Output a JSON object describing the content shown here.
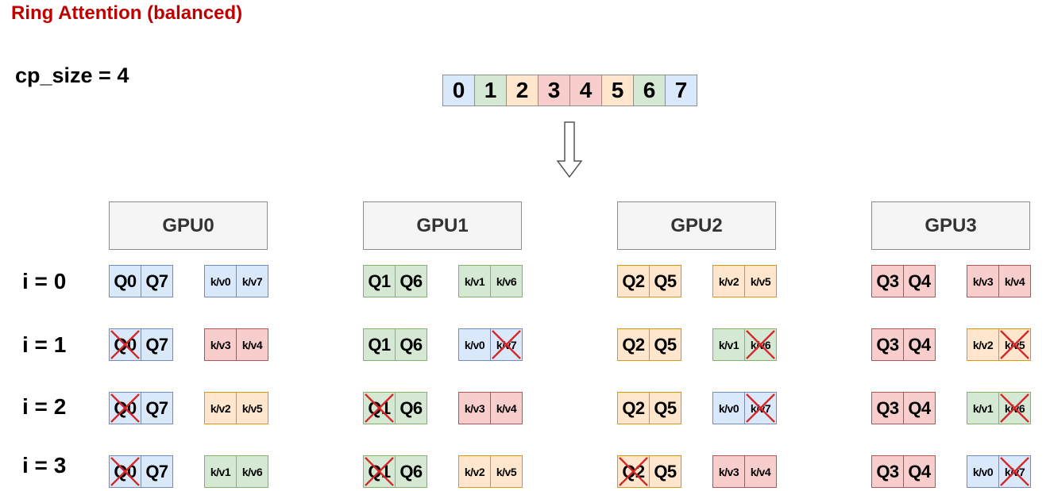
{
  "title": "Ring Attention (balanced)",
  "cp_label": "cp_size = 4",
  "sequence": [
    {
      "label": "0",
      "color": "blue"
    },
    {
      "label": "1",
      "color": "green"
    },
    {
      "label": "2",
      "color": "orange"
    },
    {
      "label": "3",
      "color": "red"
    },
    {
      "label": "4",
      "color": "red"
    },
    {
      "label": "5",
      "color": "orange"
    },
    {
      "label": "6",
      "color": "green"
    },
    {
      "label": "7",
      "color": "blue"
    }
  ],
  "gpus": [
    "GPU0",
    "GPU1",
    "GPU2",
    "GPU3"
  ],
  "rows": [
    {
      "label": "i = 0",
      "cells": [
        {
          "q": [
            {
              "t": "Q0",
              "c": "blue",
              "x": false
            },
            {
              "t": "Q7",
              "c": "blue",
              "x": false
            }
          ],
          "kv": [
            {
              "t": "k/v0",
              "c": "blue",
              "x": false
            },
            {
              "t": "k/v7",
              "c": "blue",
              "x": false
            }
          ]
        },
        {
          "q": [
            {
              "t": "Q1",
              "c": "green",
              "x": false
            },
            {
              "t": "Q6",
              "c": "green",
              "x": false
            }
          ],
          "kv": [
            {
              "t": "k/v1",
              "c": "green",
              "x": false
            },
            {
              "t": "k/v6",
              "c": "green",
              "x": false
            }
          ]
        },
        {
          "q": [
            {
              "t": "Q2",
              "c": "orange",
              "x": false
            },
            {
              "t": "Q5",
              "c": "orange",
              "x": false
            }
          ],
          "kv": [
            {
              "t": "k/v2",
              "c": "orange",
              "x": false
            },
            {
              "t": "k/v5",
              "c": "orange",
              "x": false
            }
          ]
        },
        {
          "q": [
            {
              "t": "Q3",
              "c": "red",
              "x": false
            },
            {
              "t": "Q4",
              "c": "red",
              "x": false
            }
          ],
          "kv": [
            {
              "t": "k/v3",
              "c": "red",
              "x": false
            },
            {
              "t": "k/v4",
              "c": "red",
              "x": false
            }
          ]
        }
      ]
    },
    {
      "label": "i = 1",
      "cells": [
        {
          "q": [
            {
              "t": "Q0",
              "c": "blue",
              "x": true
            },
            {
              "t": "Q7",
              "c": "blue",
              "x": false
            }
          ],
          "kv": [
            {
              "t": "k/v3",
              "c": "red",
              "x": false
            },
            {
              "t": "k/v4",
              "c": "red",
              "x": false
            }
          ]
        },
        {
          "q": [
            {
              "t": "Q1",
              "c": "green",
              "x": false
            },
            {
              "t": "Q6",
              "c": "green",
              "x": false
            }
          ],
          "kv": [
            {
              "t": "k/v0",
              "c": "blue",
              "x": false
            },
            {
              "t": "k/v7",
              "c": "blue",
              "x": true
            }
          ]
        },
        {
          "q": [
            {
              "t": "Q2",
              "c": "orange",
              "x": false
            },
            {
              "t": "Q5",
              "c": "orange",
              "x": false
            }
          ],
          "kv": [
            {
              "t": "k/v1",
              "c": "green",
              "x": false
            },
            {
              "t": "k/v6",
              "c": "green",
              "x": true
            }
          ]
        },
        {
          "q": [
            {
              "t": "Q3",
              "c": "red",
              "x": false
            },
            {
              "t": "Q4",
              "c": "red",
              "x": false
            }
          ],
          "kv": [
            {
              "t": "k/v2",
              "c": "orange",
              "x": false
            },
            {
              "t": "k/v5",
              "c": "orange",
              "x": true
            }
          ]
        }
      ]
    },
    {
      "label": "i = 2",
      "cells": [
        {
          "q": [
            {
              "t": "Q0",
              "c": "blue",
              "x": true
            },
            {
              "t": "Q7",
              "c": "blue",
              "x": false
            }
          ],
          "kv": [
            {
              "t": "k/v2",
              "c": "orange",
              "x": false
            },
            {
              "t": "k/v5",
              "c": "orange",
              "x": false
            }
          ]
        },
        {
          "q": [
            {
              "t": "Q1",
              "c": "green",
              "x": true
            },
            {
              "t": "Q6",
              "c": "green",
              "x": false
            }
          ],
          "kv": [
            {
              "t": "k/v3",
              "c": "red",
              "x": false
            },
            {
              "t": "k/v4",
              "c": "red",
              "x": false
            }
          ]
        },
        {
          "q": [
            {
              "t": "Q2",
              "c": "orange",
              "x": false
            },
            {
              "t": "Q5",
              "c": "orange",
              "x": false
            }
          ],
          "kv": [
            {
              "t": "k/v0",
              "c": "blue",
              "x": false
            },
            {
              "t": "k/v7",
              "c": "blue",
              "x": true
            }
          ]
        },
        {
          "q": [
            {
              "t": "Q3",
              "c": "red",
              "x": false
            },
            {
              "t": "Q4",
              "c": "red",
              "x": false
            }
          ],
          "kv": [
            {
              "t": "k/v1",
              "c": "green",
              "x": false
            },
            {
              "t": "k/v6",
              "c": "green",
              "x": true
            }
          ]
        }
      ]
    },
    {
      "label": "i = 3",
      "cells": [
        {
          "q": [
            {
              "t": "Q0",
              "c": "blue",
              "x": true
            },
            {
              "t": "Q7",
              "c": "blue",
              "x": false
            }
          ],
          "kv": [
            {
              "t": "k/v1",
              "c": "green",
              "x": false
            },
            {
              "t": "k/v6",
              "c": "green",
              "x": false
            }
          ]
        },
        {
          "q": [
            {
              "t": "Q1",
              "c": "green",
              "x": true
            },
            {
              "t": "Q6",
              "c": "green",
              "x": false
            }
          ],
          "kv": [
            {
              "t": "k/v2",
              "c": "orange",
              "x": false
            },
            {
              "t": "k/v5",
              "c": "orange",
              "x": false
            }
          ]
        },
        {
          "q": [
            {
              "t": "Q2",
              "c": "orange",
              "x": true
            },
            {
              "t": "Q5",
              "c": "orange",
              "x": false
            }
          ],
          "kv": [
            {
              "t": "k/v3",
              "c": "red",
              "x": false
            },
            {
              "t": "k/v4",
              "c": "red",
              "x": false
            }
          ]
        },
        {
          "q": [
            {
              "t": "Q3",
              "c": "red",
              "x": false
            },
            {
              "t": "Q4",
              "c": "red",
              "x": false
            }
          ],
          "kv": [
            {
              "t": "k/v0",
              "c": "blue",
              "x": false
            },
            {
              "t": "k/v7",
              "c": "blue",
              "x": true
            }
          ]
        }
      ]
    }
  ],
  "colors": {
    "title": "#c00000",
    "blue": "#dae8fc",
    "green": "#d5e8d4",
    "orange": "#ffe6cc",
    "red": "#f8cecc",
    "cross": "#d62728"
  }
}
